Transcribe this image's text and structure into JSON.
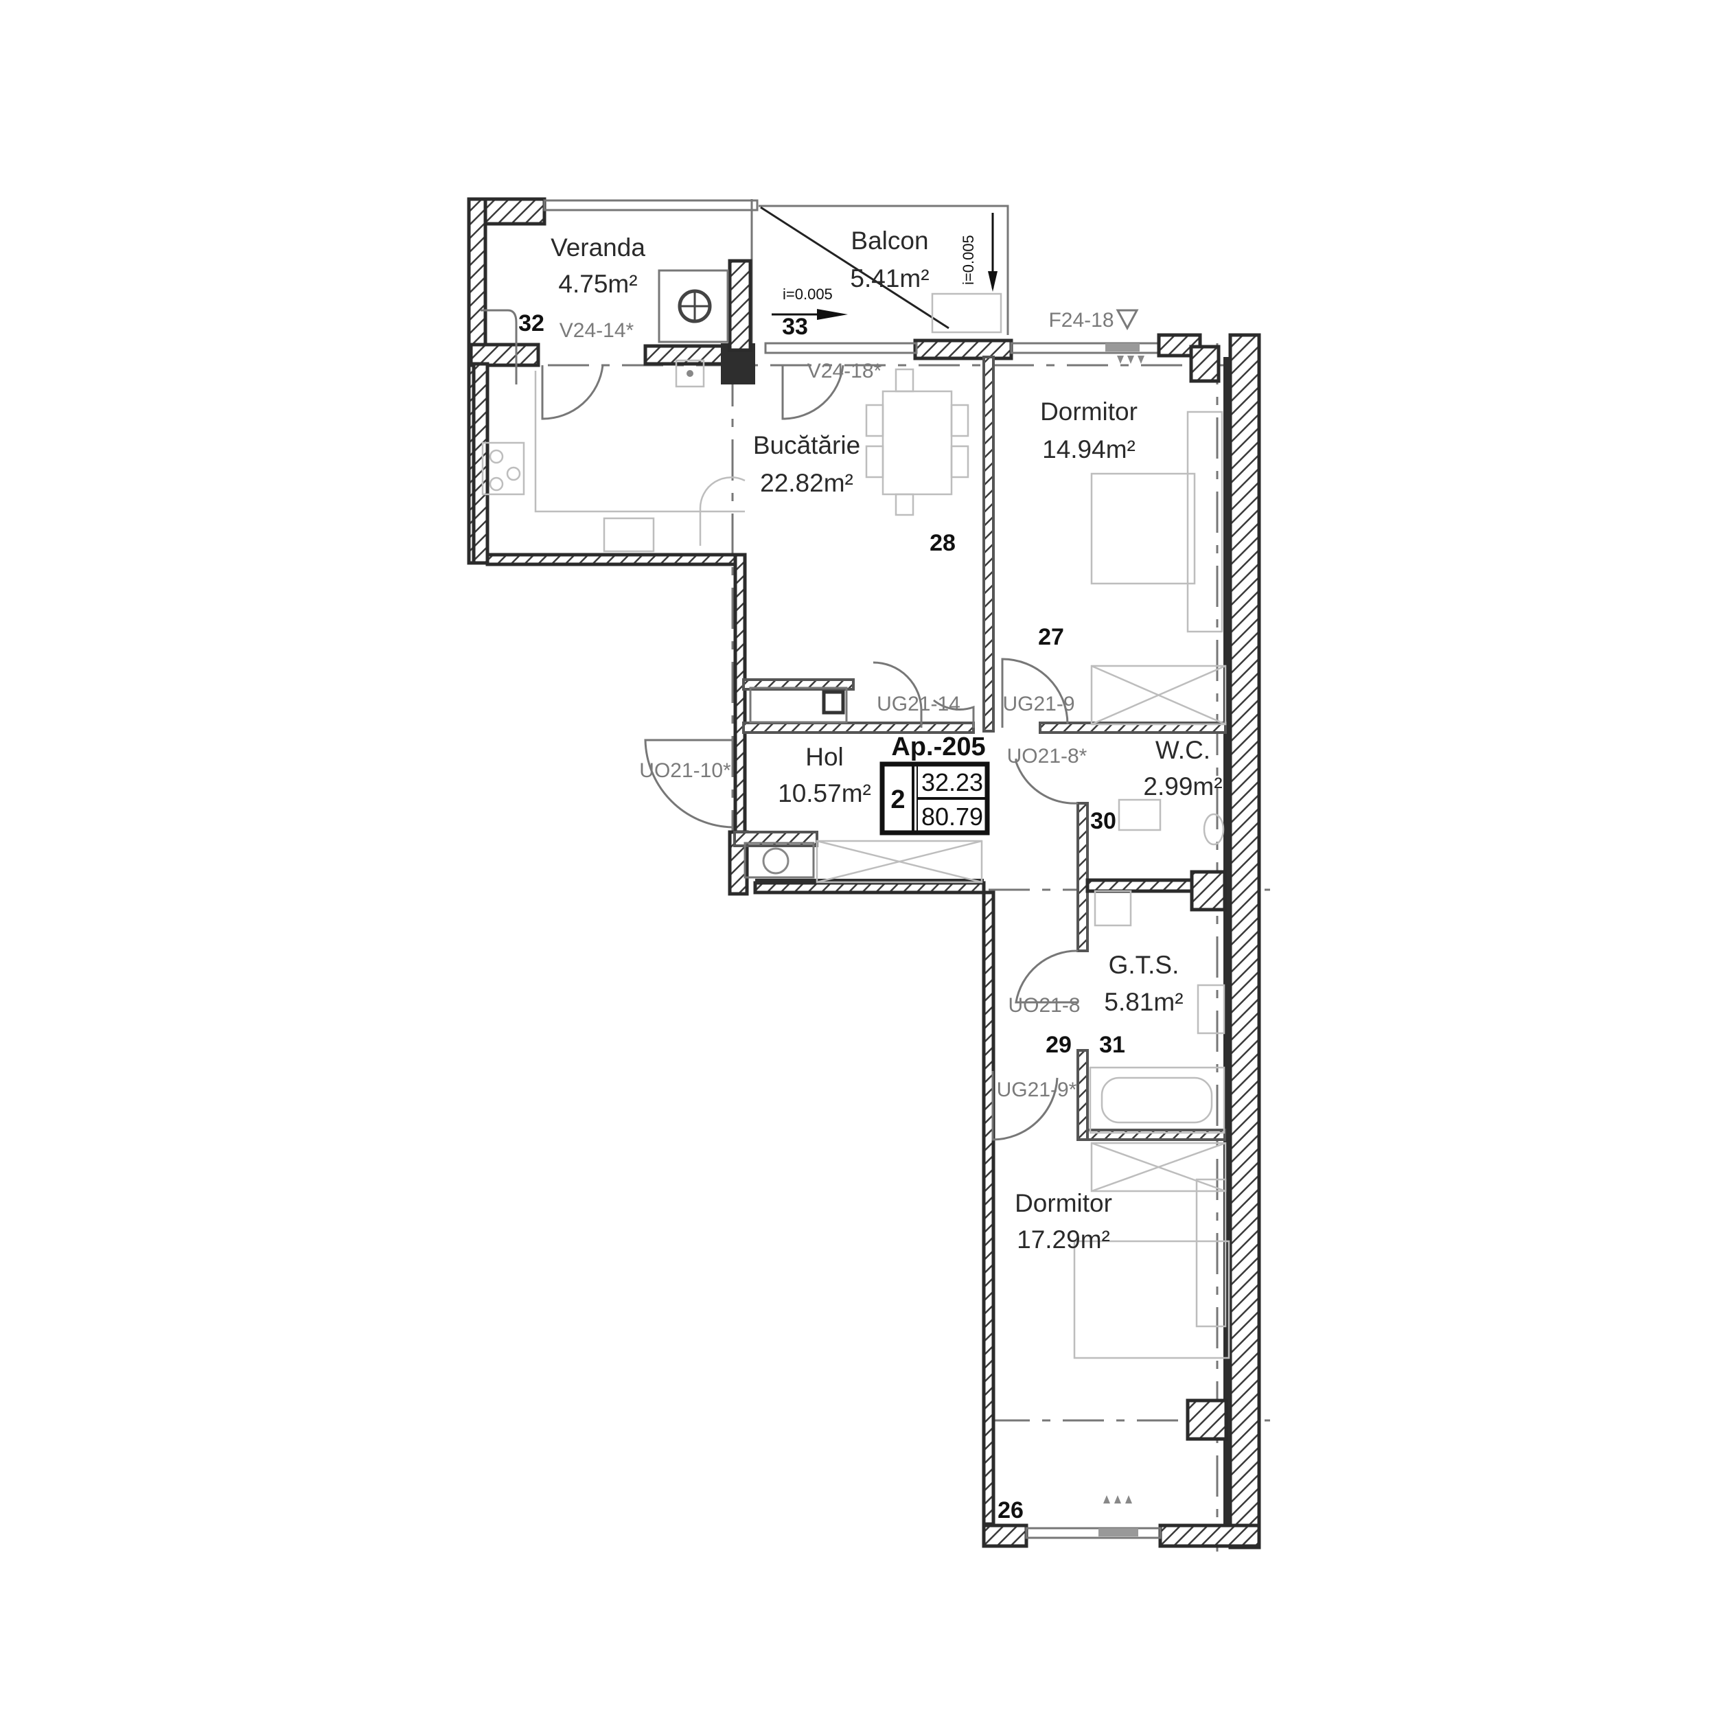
{
  "plan": {
    "apartment": {
      "label": "Ap.-205",
      "rooms_count": "2",
      "living_area": "32.23",
      "total_area": "80.79"
    },
    "rooms": [
      {
        "id": "veranda",
        "name": "Veranda",
        "area": "4.75m²"
      },
      {
        "id": "balcon",
        "name": "Balcon",
        "area": "5.41m²"
      },
      {
        "id": "bucatarie",
        "name": "Bucătărie",
        "area": "22.82m²"
      },
      {
        "id": "dormitor1",
        "name": "Dormitor",
        "area": "14.94m²"
      },
      {
        "id": "hol",
        "name": "Hol",
        "area": "10.57m²"
      },
      {
        "id": "wc",
        "name": "W.C.",
        "area": "2.99m²"
      },
      {
        "id": "gts",
        "name": "G.T.S.",
        "area": "5.81m²"
      },
      {
        "id": "dormitor2",
        "name": "Dormitor",
        "area": "17.29m²"
      }
    ],
    "room_numbers": [
      "32",
      "33",
      "28",
      "27",
      "30",
      "29",
      "31",
      "26"
    ],
    "element_codes": {
      "window_veranda": "V24-14*",
      "window_kitchen": "V24-18*",
      "window_bedroom1": "F24-18",
      "door_kitchen": "UG21-14",
      "door_bedroom1": "UG21-9",
      "door_wc": "UO21-8*",
      "door_entrance": "UO21-10*",
      "door_gts": "UO21-8",
      "door_bedroom2": "UG21-9*"
    },
    "slopes": {
      "balcony_horizontal": "i=0.005",
      "balcony_vertical": "i=0.005"
    },
    "colors": {
      "wall": "#2b2b2b",
      "hatch": "#3a3a3a",
      "furniture": "#bdbdbd",
      "text": "#2a2a2a",
      "code_text": "#7a7a7a"
    }
  }
}
